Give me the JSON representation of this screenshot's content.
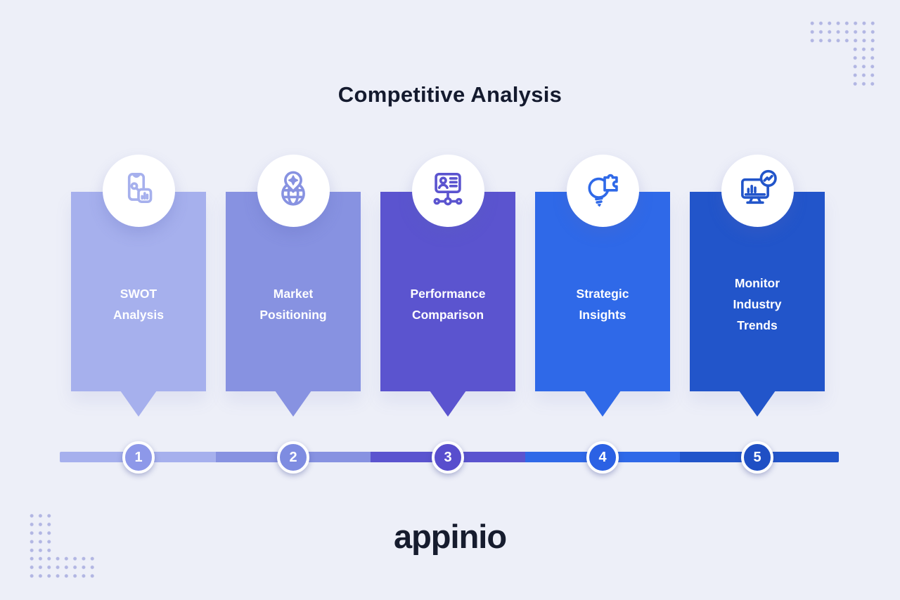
{
  "title": "Competitive Analysis",
  "colors": {
    "background": "#edeff8",
    "title_text": "#141a2e",
    "logo_text": "#161c2e",
    "card_text": "#ffffff",
    "dot_decor": "#b2b6e3"
  },
  "steps": [
    {
      "number": "1",
      "label": "SWOT Analysis",
      "lines": [
        "SWOT",
        "Analysis"
      ],
      "color": "#a6b0ed",
      "badge_color": "#8d98e9",
      "icon": "phone-analytics-icon"
    },
    {
      "number": "2",
      "label": "Market Positioning",
      "lines": [
        "Market",
        "Positioning"
      ],
      "color": "#8792e1",
      "badge_color": "#7e8ce1",
      "icon": "globe-location-pin-icon"
    },
    {
      "number": "3",
      "label": "Performance Comparison",
      "lines": [
        "Performance",
        "Comparison"
      ],
      "color": "#5b54cf",
      "badge_color": "#584ecd",
      "icon": "id-card-orgchart-icon"
    },
    {
      "number": "4",
      "label": "Strategic Insights",
      "lines": [
        "Strategic",
        "Insights"
      ],
      "color": "#2f69e8",
      "badge_color": "#2b61e4",
      "icon": "lightbulb-puzzle-icon"
    },
    {
      "number": "5",
      "label": "Monitor Industry Trends",
      "lines": [
        "Monitor",
        "Industry",
        "Trends"
      ],
      "color": "#2255ca",
      "badge_color": "#1f4fc4",
      "icon": "monitor-trend-icon"
    }
  ],
  "logo": {
    "text": "appinio"
  }
}
